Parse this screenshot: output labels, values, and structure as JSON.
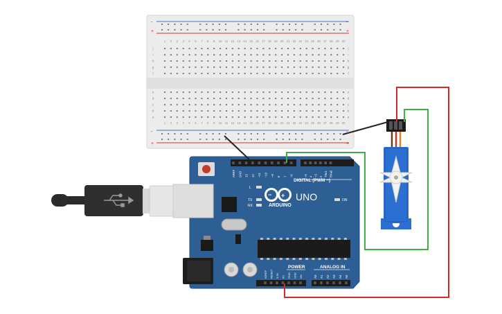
{
  "colors": {
    "board": "#2e5f94",
    "board_edge": "#24507f",
    "breadboard": "#ececec",
    "breadboard_hole": "#7a7a7a",
    "rail_red": "#d9322b",
    "rail_blue": "#4a6fc7",
    "wire_red": "#d42a24",
    "wire_green": "#3fae43",
    "wire_black": "#222222",
    "servo_body": "#2a6fd1",
    "servo_horn": "#f2f2f2",
    "usb_cable": "#2b2b2b",
    "usb_plug": "#e8e8e8"
  },
  "breadboard": {
    "column_numbers": [
      "1",
      "2",
      "3",
      "4",
      "5",
      "6",
      "7",
      "8",
      "9",
      "10",
      "11",
      "12",
      "13",
      "14",
      "15",
      "16",
      "17",
      "18",
      "19",
      "20",
      "21",
      "22",
      "23",
      "24",
      "25",
      "26",
      "27",
      "28",
      "29",
      "30"
    ],
    "rows_top": [
      "j",
      "i",
      "h",
      "g",
      "f"
    ],
    "rows_bottom": [
      "e",
      "d",
      "c",
      "b",
      "a"
    ],
    "rail_plus": "+",
    "rail_minus": "-"
  },
  "arduino": {
    "logo_text": "ARDUINO",
    "model": "UNO",
    "digital_label": "DIGITAL (PWM ~)",
    "power_label": "POWER",
    "analog_label": "ANALOG IN",
    "on_label": "ON",
    "led_l": "L",
    "led_tx": "TX",
    "led_rx": "RX",
    "digital_pins": [
      "AREF",
      "GND",
      "13",
      "12",
      "~11",
      "~10",
      "~9",
      "8",
      "7",
      "~6",
      "~5",
      "4",
      "~3",
      "2",
      "TX▸1",
      "RX◂0"
    ],
    "power_pins": [
      "IOREF",
      "RESET",
      "3.3V",
      "5V",
      "GND",
      "GND",
      "Vin"
    ],
    "analog_pins": [
      "A0",
      "A1",
      "A2",
      "A3",
      "A4",
      "A5"
    ]
  },
  "icons": {
    "usb": "usb-icon",
    "infinity_logo": "arduino-infinity-logo"
  }
}
